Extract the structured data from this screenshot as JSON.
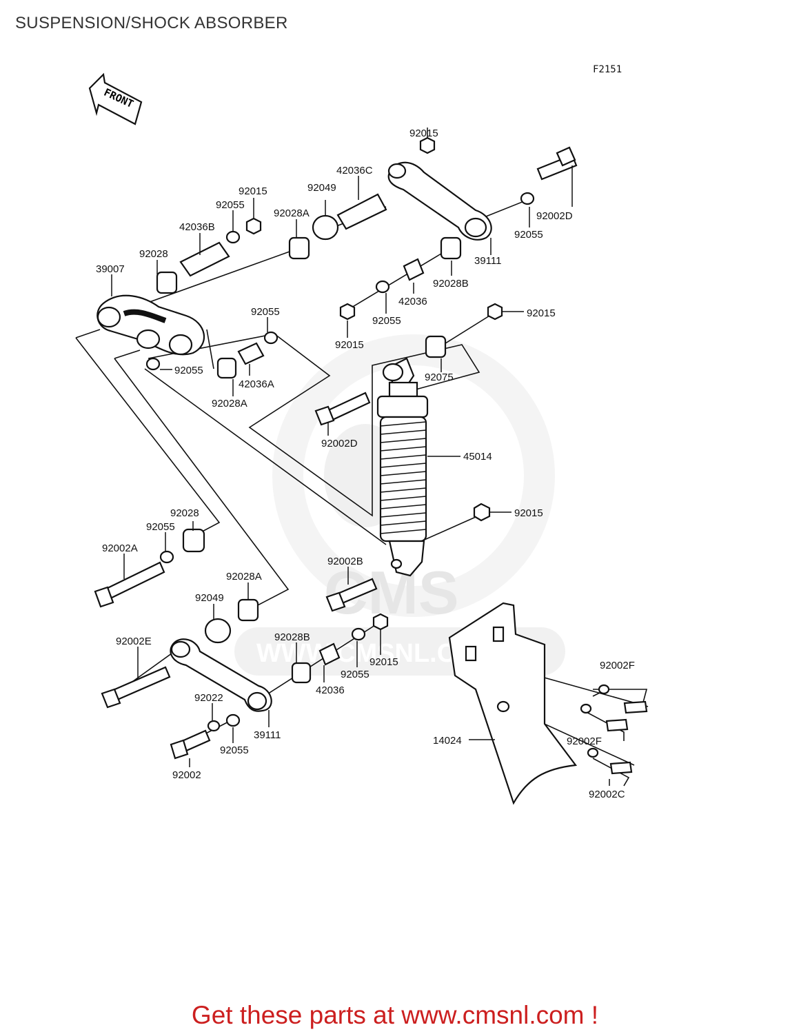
{
  "title": "SUSPENSION/SHOCK ABSORBER",
  "figure_code": "F2151",
  "front_arrow_text": "FRONT",
  "watermark_text": "CMS",
  "watermark_url": "WWW.CMSNL.COM",
  "footer_text": "Get these parts at www.cmsnl.com !",
  "colors": {
    "footer": "#cc1f1f",
    "title": "#333333",
    "line": "#111111",
    "watermark": "#e6e6e6"
  },
  "part_labels": [
    "92015",
    "42036C",
    "92049",
    "92015",
    "92055",
    "92028A",
    "42036B",
    "92002D",
    "92055",
    "92028",
    "39111",
    "39007",
    "92028B",
    "42036",
    "92055",
    "92015",
    "92015",
    "92055",
    "92075",
    "92055",
    "42036A",
    "92028A",
    "92002D",
    "45014",
    "92028",
    "92055",
    "92015",
    "92002A",
    "92002B",
    "92028A",
    "92049",
    "92002E",
    "92028B",
    "92015",
    "92055",
    "42036",
    "92022",
    "39111",
    "92055",
    "92002",
    "92002F",
    "92002F",
    "14024",
    "92002C"
  ]
}
